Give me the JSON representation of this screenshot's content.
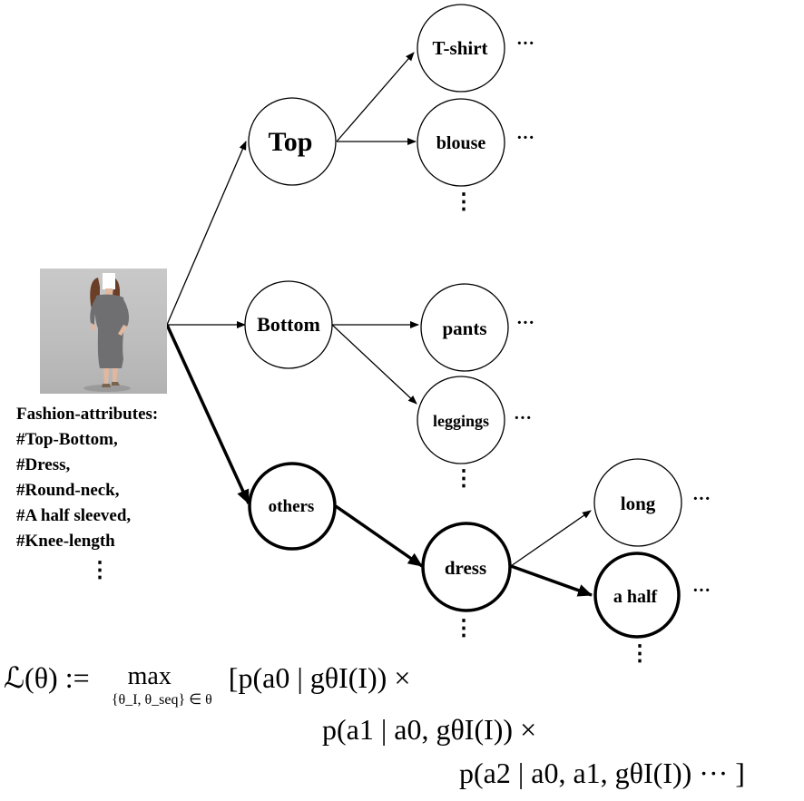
{
  "nodes": {
    "top": "Top",
    "bottom": "Bottom",
    "others": "others",
    "tshirt": "T-shirt",
    "blouse": "blouse",
    "pants": "pants",
    "leggings": "leggings",
    "dress": "dress",
    "long": "long",
    "a_half": "a half"
  },
  "ellipsis_h": "···",
  "ellipsis_v": "⋮",
  "attributes": {
    "title": "Fashion-attributes:",
    "items": [
      "#Top-Bottom,",
      "#Dress,",
      "#Round-neck,",
      "#A half sleeved,",
      "#Knee-length"
    ]
  },
  "formula": {
    "line1_lhs": "ℒ(θ) := ",
    "line1_max": "max",
    "line1_max_sub": "{θ_I, θ_seq} ∈ θ",
    "line1_rhs": "[p(a0 | gθI(I)) ×",
    "line2": "p(a1 | a0, gθI(I)) ×",
    "line3": "p(a2 | a0, a1, gθI(I)) ··· ]"
  }
}
